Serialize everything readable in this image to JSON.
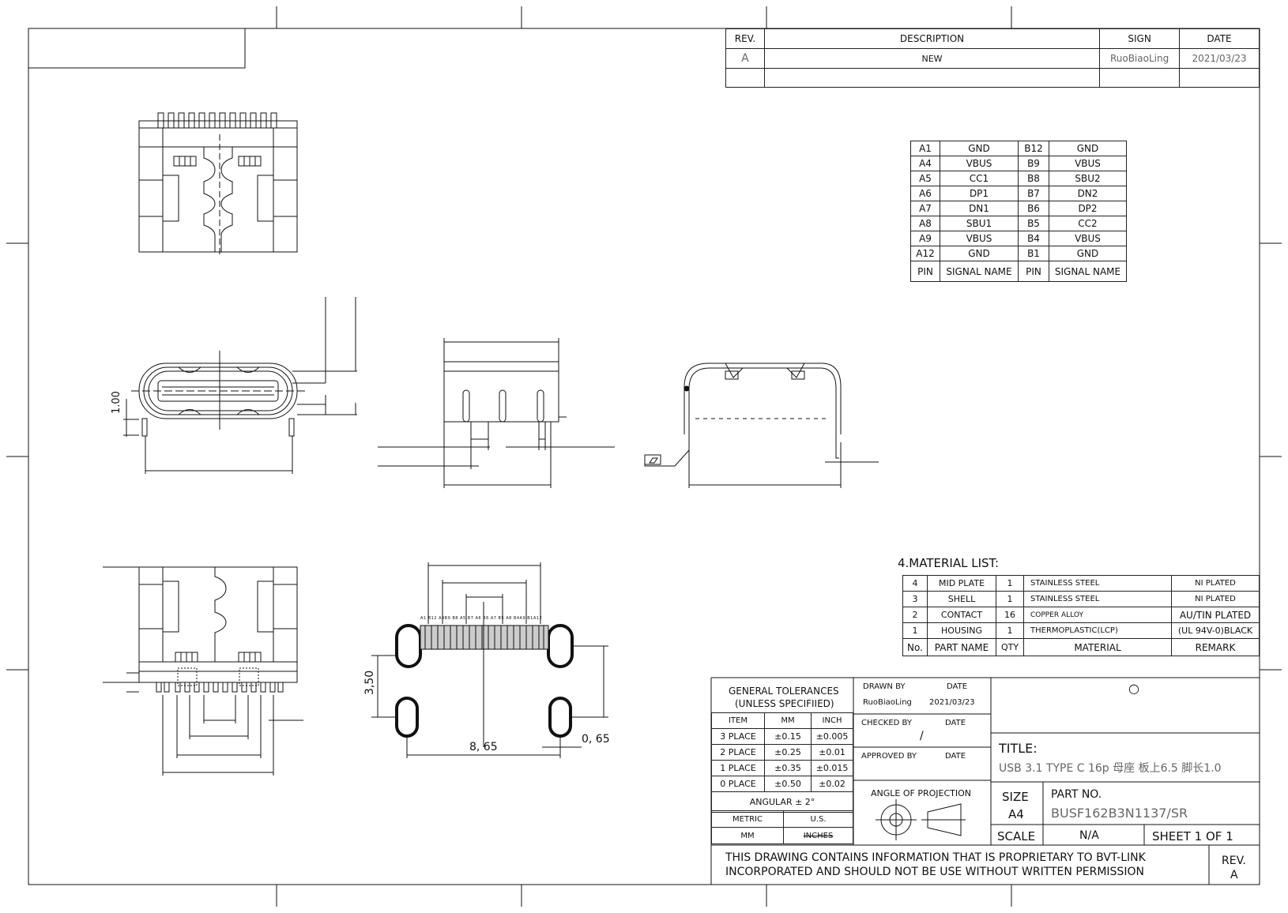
{
  "revision_table": {
    "headers": [
      "REV.",
      "DESCRIPTION",
      "SIGN",
      "DATE"
    ],
    "rows": [
      [
        "A",
        "NEW",
        "RuoBiaoLing",
        "2021/03/23"
      ]
    ]
  },
  "pin_table": {
    "rows": [
      [
        "A1",
        "GND",
        "B12",
        "GND"
      ],
      [
        "A4",
        "VBUS",
        "B9",
        "VBUS"
      ],
      [
        "A5",
        "CC1",
        "B8",
        "SBU2"
      ],
      [
        "A6",
        "DP1",
        "B7",
        "DN2"
      ],
      [
        "A7",
        "DN1",
        "B6",
        "DP2"
      ],
      [
        "A8",
        "SBU1",
        "B5",
        "CC2"
      ],
      [
        "A9",
        "VBUS",
        "B4",
        "VBUS"
      ],
      [
        "A12",
        "GND",
        "B1",
        "GND"
      ]
    ],
    "footer": [
      "PIN",
      "SIGNAL NAME",
      "PIN",
      "SIGNAL NAME"
    ]
  },
  "material_list": {
    "title": "4.MATERIAL  LIST:",
    "rows": [
      [
        "4",
        "MID PLATE",
        "1",
        "STAINLESS STEEL",
        "NI PLATED"
      ],
      [
        "3",
        "SHELL",
        "1",
        "STAINLESS STEEL",
        "NI PLATED"
      ],
      [
        "2",
        "CONTACT",
        "16",
        "COPPER ALLOY",
        "AU/TIN PLATED"
      ],
      [
        "1",
        "HOUSING",
        "1",
        "THERMOPLASTIC(LCP)",
        "(UL 94V-0)BLACK"
      ]
    ],
    "footer": [
      "No.",
      "PART NAME",
      "QTY",
      "MATERIAL",
      "REMARK"
    ]
  },
  "tolerances": {
    "title_1": "GENERAL TOLERANCES",
    "title_2": "(UNLESS SPECIFIIED)",
    "headers": [
      "ITEM",
      "MM",
      "INCH"
    ],
    "rows": [
      [
        "3 PLACE",
        "±0.15",
        "±0.005"
      ],
      [
        "2 PLACE",
        "±0.25",
        "±0.01"
      ],
      [
        "1 PLACE",
        "±0.35",
        "±0.015"
      ],
      [
        "0 PLACE",
        "±0.50",
        "±0.02"
      ]
    ],
    "angular": "ANGULAR ± 2°",
    "metric": "METRIC",
    "us": "U.S.",
    "mm": "MM",
    "inches": "INCHES"
  },
  "signoff": {
    "drawn_by": "DRAWN BY",
    "drawn_date_label": "DATE",
    "drawn_name": "RuoBiaoLing",
    "drawn_date": "2021/03/23",
    "checked_by": "CHECKED BY",
    "checked_date_label": "DATE",
    "checked_mark": "/",
    "approved_by": "APPROVED BY",
    "approved_date_label": "DATE",
    "angle_projection": "ANGLE OF PROJECTION"
  },
  "title_block": {
    "title_label": "TITLE:",
    "title_value": "USB 3.1 TYPE C  16p 母座 板上6.5 脚长1.0",
    "size_label": "SIZE",
    "size_value": "A4",
    "part_no_label": "PART NO.",
    "part_no_value": "BUSF162B3N1137/SR",
    "scale_label": "SCALE",
    "scale_value": "N/A",
    "sheet": "SHEET 1 OF 1",
    "proprietary_1": "THIS DRAWING CONTAINS INFORMATION THAT IS PROPRIETARY TO BVT-LINK",
    "proprietary_2": "INCORPORATED AND SHOULD NOT BE USE WITHOUT WRITTEN PERMISSION",
    "rev_label": "REV.",
    "rev_value": "A",
    "logo_mark": "○"
  },
  "dimensions": {
    "d_100": "1.00",
    "d_350": "3,50",
    "d_865": "8, 65",
    "d_065": "0, 65"
  },
  "pin_strip_labels": "A1 B12 A4B9 B8 A5 B7 A6 B6 A7 B5 A8 B4A9 B1A12"
}
